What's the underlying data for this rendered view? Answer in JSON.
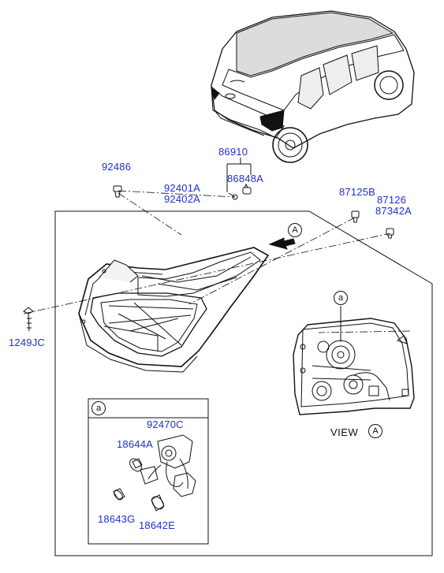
{
  "parts": {
    "p86910": "86910",
    "p92486": "92486",
    "p92401A": "92401A",
    "p92402A": "92402A",
    "p86848A": "86848A",
    "p87125B": "87125B",
    "p87126": "87126",
    "p87342A": "87342A",
    "p1249JC": "1249JC",
    "p92470C": "92470C",
    "p18644A": "18644A",
    "p18643G": "18643G",
    "p18642E": "18642E"
  },
  "callouts": {
    "view_ref": "A",
    "detail_ref": "a",
    "inset_ref": "a",
    "view_label": "VIEW",
    "view_circle": "A"
  },
  "colors": {
    "label": "#1f2fd1",
    "line": "#111111"
  }
}
